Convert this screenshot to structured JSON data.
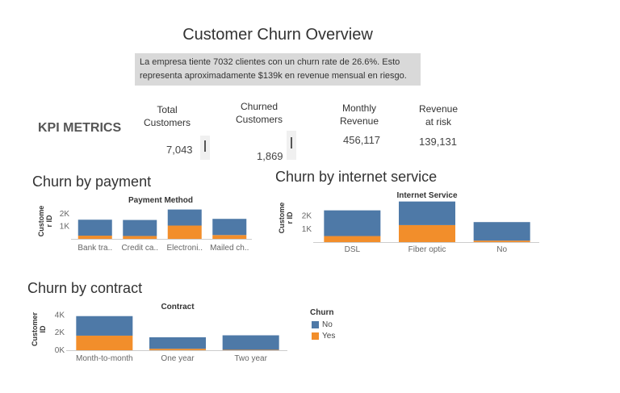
{
  "dashboard": {
    "title": "Customer Churn Overview",
    "summary_line1": "La empresa tiente 7032 clientes con un churn rate de 26.6%. Esto",
    "summary_line2": "representa aproximadamente $139k en revenue mensual en riesgo."
  },
  "kpis": {
    "heading": "KPI METRICS",
    "items": [
      {
        "label_line1": "Total",
        "label_line2": "Customers",
        "value": "7,043"
      },
      {
        "label_line1": "Churned",
        "label_line2": "Customers",
        "value": "1,869"
      },
      {
        "label_line1": "Monthly",
        "label_line2": "Revenue",
        "value": "456,117"
      },
      {
        "label_line1": "Revenue",
        "label_line2": "at risk",
        "value": "139,131"
      }
    ]
  },
  "colors": {
    "no": "#4e79a7",
    "yes": "#f28e2b",
    "axis": "#cccccc"
  },
  "legend": {
    "title": "Churn",
    "items": [
      {
        "label": "No",
        "color": "#4e79a7"
      },
      {
        "label": "Yes",
        "color": "#f28e2b"
      }
    ]
  },
  "sections": {
    "payment": "Churn by payment",
    "internet": "Churn by internet service",
    "contract": "Churn by contract"
  },
  "chart_data": [
    {
      "type": "bar",
      "stacked": true,
      "title": "Payment Method",
      "ylabel_lines": [
        "Custome",
        "r ID"
      ],
      "ylim": [
        0,
        2600
      ],
      "ticks": [
        {
          "value": 1000,
          "label": "1K"
        },
        {
          "value": 2000,
          "label": "2K"
        }
      ],
      "categories": [
        "Bank tra..",
        "Credit ca..",
        "Electroni..",
        "Mailed ch.."
      ],
      "series": [
        {
          "name": "Yes",
          "values": [
            258,
            232,
            1071,
            308
          ]
        },
        {
          "name": "No",
          "values": [
            1286,
            1290,
            1294,
            1304
          ]
        }
      ]
    },
    {
      "type": "bar",
      "stacked": true,
      "title": "Internet Service",
      "ylabel_lines": [
        "Custome",
        "r ID"
      ],
      "ylim": [
        0,
        3200
      ],
      "ticks": [
        {
          "value": 1000,
          "label": "1K"
        },
        {
          "value": 2000,
          "label": "2K"
        }
      ],
      "categories": [
        "DSL",
        "Fiber optic",
        "No"
      ],
      "series": [
        {
          "name": "Yes",
          "values": [
            459,
            1297,
            113
          ]
        },
        {
          "name": "No",
          "values": [
            1962,
            1799,
            1413
          ]
        }
      ]
    },
    {
      "type": "bar",
      "stacked": true,
      "title": "Contract",
      "ylabel_lines": [
        "Customer",
        "ID"
      ],
      "ylim": [
        0,
        4400
      ],
      "ticks": [
        {
          "value": 0,
          "label": "0K"
        },
        {
          "value": 2000,
          "label": "2K"
        },
        {
          "value": 4000,
          "label": "4K"
        }
      ],
      "categories": [
        "Month-to-month",
        "One year",
        "Two year"
      ],
      "series": [
        {
          "name": "Yes",
          "values": [
            1655,
            166,
            48
          ]
        },
        {
          "name": "No",
          "values": [
            2220,
            1307,
            1647
          ]
        }
      ]
    }
  ]
}
